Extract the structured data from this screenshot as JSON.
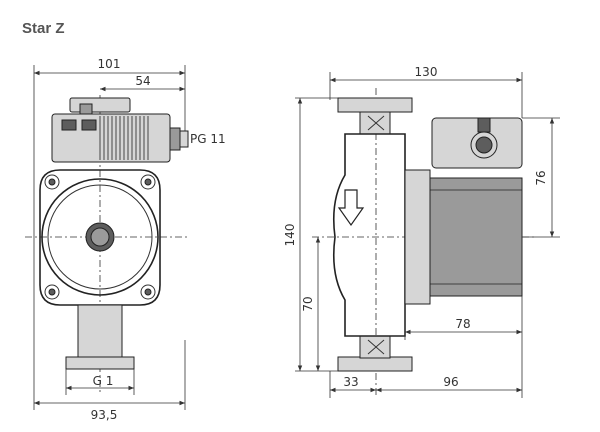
{
  "title": "Star Z",
  "front_view": {
    "dim_width_top": "101",
    "dim_half_top": "54",
    "connector_label": "PG 11",
    "thread_label": "G 1",
    "dim_width_bottom": "93,5"
  },
  "side_view": {
    "dim_length_top": "130",
    "dim_height_total": "140",
    "dim_height_lower": "70",
    "dim_motor_height": "76",
    "dim_motor_length": "78",
    "dim_left_base": "33",
    "dim_right_base": "96"
  }
}
